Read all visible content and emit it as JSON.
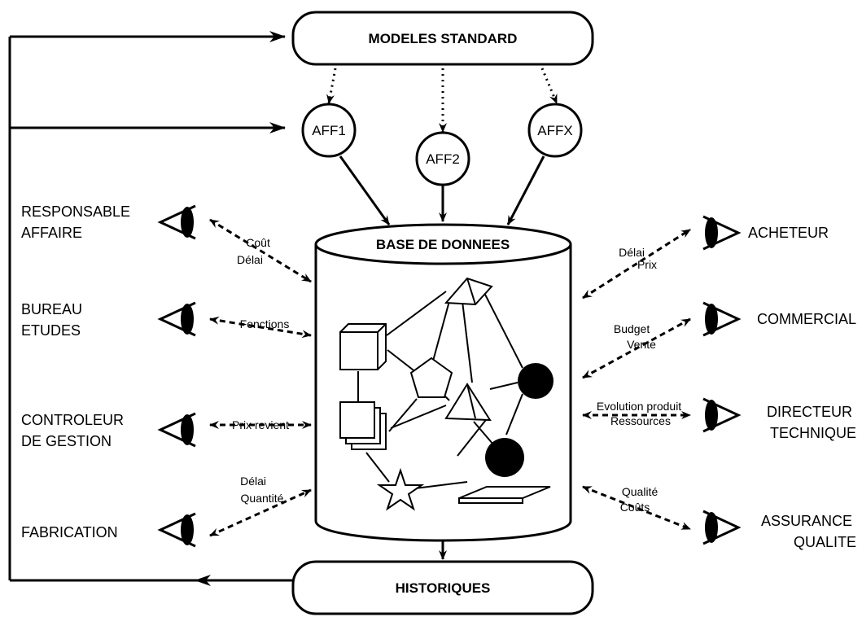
{
  "top_box": {
    "label": "MODELES STANDARD"
  },
  "bottom_box": {
    "label": "HISTORIQUES"
  },
  "database": {
    "label": "BASE DE DONNEES"
  },
  "affairs": [
    {
      "id": "aff1",
      "label": "AFF1"
    },
    {
      "id": "aff2",
      "label": "AFF2"
    },
    {
      "id": "affx",
      "label": "AFFX"
    }
  ],
  "actors_left": [
    {
      "id": "responsable-affaire",
      "lines": [
        "RESPONSABLE",
        "AFFAIRE"
      ],
      "flow": [
        "Coût",
        "Délai"
      ]
    },
    {
      "id": "bureau-etudes",
      "lines": [
        "BUREAU",
        "ETUDES"
      ],
      "flow": [
        "Fonctions"
      ]
    },
    {
      "id": "controleur-de-gestion",
      "lines": [
        "CONTROLEUR",
        "DE GESTION"
      ],
      "flow": [
        "Prix revient"
      ]
    },
    {
      "id": "fabrication",
      "lines": [
        "FABRICATION"
      ],
      "flow": [
        "Délai",
        "Quantité"
      ]
    }
  ],
  "actors_right": [
    {
      "id": "acheteur",
      "lines": [
        "ACHETEUR"
      ],
      "flow": [
        "Délai",
        "Prix"
      ]
    },
    {
      "id": "commercial",
      "lines": [
        "COMMERCIAL"
      ],
      "flow": [
        "Budget",
        "Vente"
      ]
    },
    {
      "id": "directeur-technique",
      "lines": [
        "DIRECTEUR",
        "TECHNIQUE"
      ],
      "flow": [
        "Evolution produit",
        "Ressources"
      ]
    },
    {
      "id": "assurance-qualite",
      "lines": [
        "ASSURANCE",
        "QUALITE"
      ],
      "flow": [
        "Qualité",
        "Coûts"
      ]
    }
  ]
}
